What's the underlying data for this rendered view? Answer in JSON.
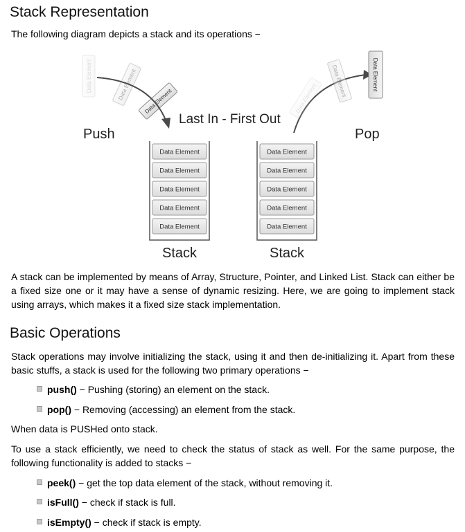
{
  "heading1": "Stack Representation",
  "intro": "The following diagram depicts a stack and its operations −",
  "diagram": {
    "push_label": "Push",
    "pop_label": "Pop",
    "lifo_label": "Last In - First Out",
    "stack_label": "Stack",
    "element_label": "Data Element"
  },
  "para_impl": "A stack can be implemented by means of Array, Structure, Pointer, and Linked List. Stack can either be a fixed size one or it may have a sense of dynamic resizing. Here, we are going to implement stack using arrays, which makes it a fixed size stack implementation.",
  "heading2": "Basic Operations",
  "para_ops": "Stack operations may involve initializing the stack, using it and then de-initializing it. Apart from these basic stuffs, a stack is used for the following two primary operations −",
  "ops": [
    {
      "kw": "push()",
      "desc": " − Pushing (storing) an element on the stack."
    },
    {
      "kw": "pop()",
      "desc": " − Removing (accessing) an element from the stack."
    }
  ],
  "para_pushed": "When data is PUSHed onto stack.",
  "para_efficient": "To use a stack efficiently, we need to check the status of stack as well. For the same purpose, the following functionality is added to stacks −",
  "funcs": [
    {
      "kw": "peek()",
      "desc": " − get the top data element of the stack, without removing it."
    },
    {
      "kw": "isFull()",
      "desc": " − check if stack is full."
    },
    {
      "kw": "isEmpty()",
      "desc": " − check if stack is empty."
    }
  ]
}
